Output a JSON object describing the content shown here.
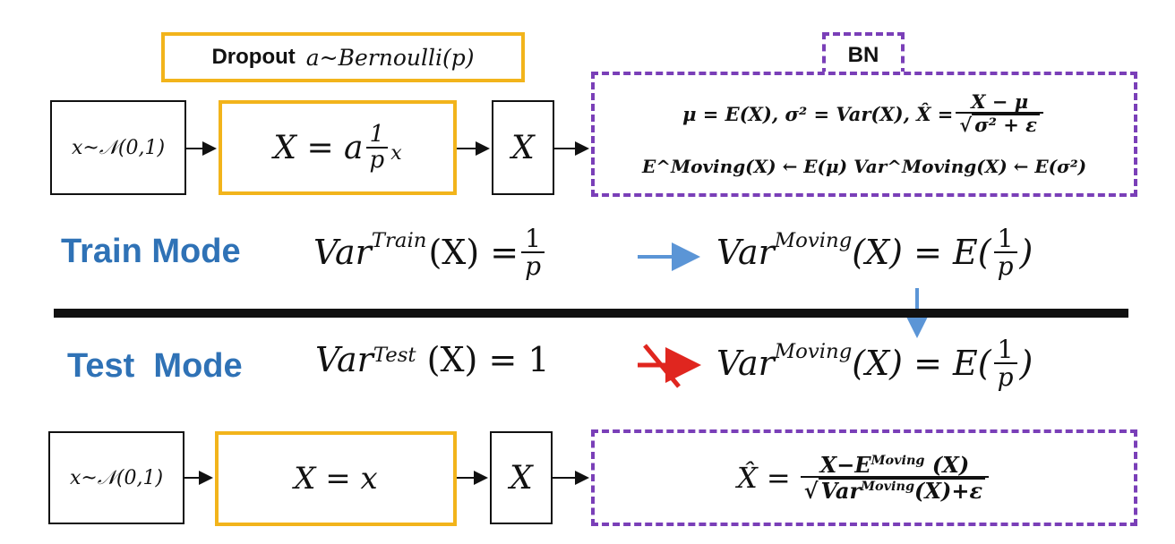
{
  "top": {
    "dropout_label": "Dropout",
    "dropout_formula": "a~Bernoulli(p)",
    "bn_label": "BN",
    "input": "x~𝒩(0,1)",
    "dropout_eq_lhs": "X = a",
    "dropout_eq_num": "1",
    "dropout_eq_den": "p",
    "dropout_eq_rhs": "x",
    "x_box": "X",
    "bn_line1_a": "μ = E(X), σ² = Var(X), X̂ =",
    "bn_line1_num": "X − μ",
    "bn_line1_den": "σ² + ε",
    "bn_line2": "E^Moving(X) ← E(μ)    Var^Moving(X) ← E(σ²)"
  },
  "train": {
    "mode_label": "Train Mode",
    "var_lhs": "Var",
    "var_sup": "Train",
    "var_mid": "(X) =",
    "frac_num": "1",
    "frac_den": "p",
    "moving_lhs": "Var",
    "moving_sup": "Moving",
    "moving_rhs": "(X) = E(",
    "moving_num": "1",
    "moving_den": "p",
    "moving_close": ")"
  },
  "test": {
    "mode_label": "Test  Mode",
    "var_lhs": "Var",
    "var_sup": "Test",
    "var_rhs": " (X) = 1",
    "moving_lhs": "Var",
    "moving_sup": "Moving",
    "moving_rhs": "(X) = E(",
    "moving_num": "1",
    "moving_den": "p",
    "moving_close": ")"
  },
  "bottom": {
    "input": "x~𝒩(0,1)",
    "dropout_eq": "X = x",
    "x_box": "X",
    "bn_lhs": "X̂ =",
    "bn_num_a": "X−E",
    "bn_num_sup": "Moving",
    "bn_num_b": " (X)",
    "bn_den_a": "Var",
    "bn_den_sup": "Moving",
    "bn_den_b": "(X)+ε"
  },
  "colors": {
    "mode_blue": "#2f72b6",
    "dropout_yellow": "#f2b41b",
    "bn_purple": "#7a3fb8",
    "arrow_blue": "#5b95d6",
    "cross_red": "#e0261f"
  }
}
